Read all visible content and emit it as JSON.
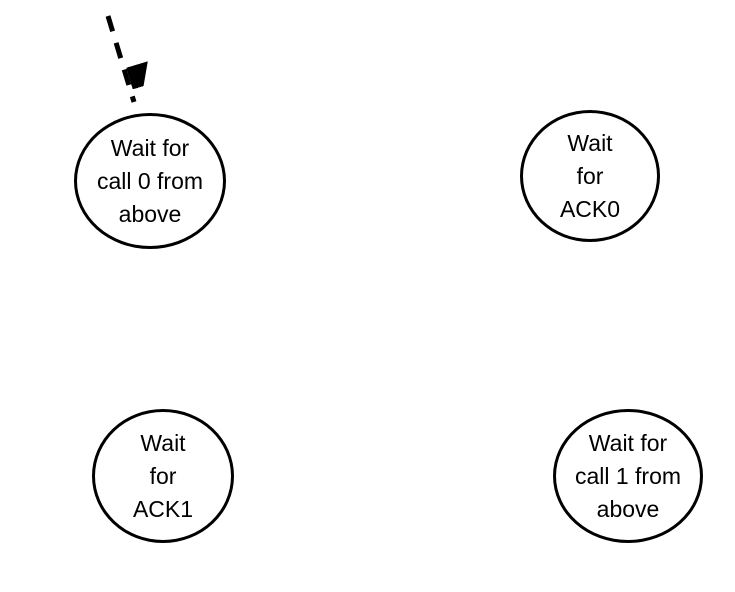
{
  "diagram": {
    "type": "state-machine",
    "background_color": "#ffffff",
    "stroke_color": "#000000",
    "states": [
      {
        "id": "wait-call-0-from-above",
        "label": "Wait for\ncall 0 from\nabove"
      },
      {
        "id": "wait-for-ack0",
        "label": "Wait\nfor\nACK0"
      },
      {
        "id": "wait-for-ack1",
        "label": "Wait\nfor\nACK1"
      },
      {
        "id": "wait-call-1-from-above",
        "label": "Wait for\ncall 1 from\nabove"
      }
    ],
    "initial_arrow": {
      "target": "wait-call-0-from-above",
      "style": "dashed"
    }
  }
}
